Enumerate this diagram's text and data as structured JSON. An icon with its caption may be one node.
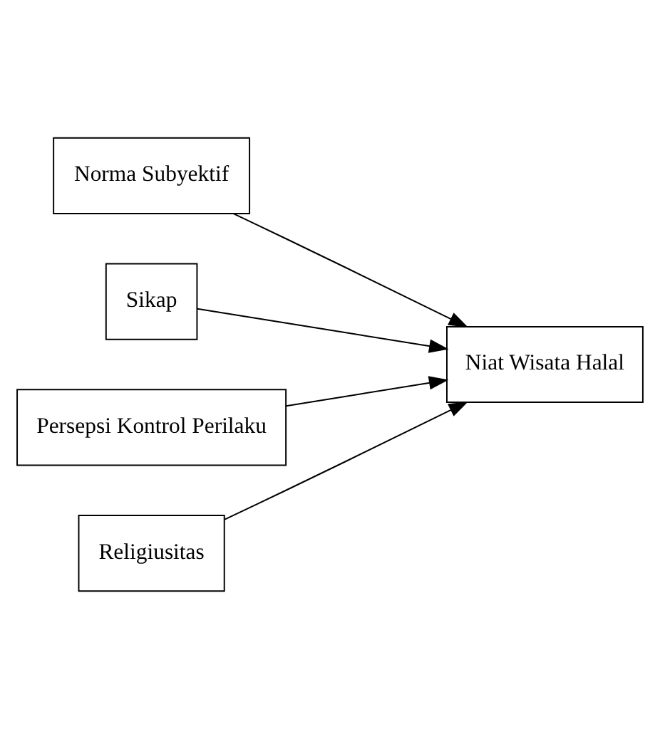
{
  "diagram": {
    "nodes": [
      {
        "text": [
          "Norma Subyektif"
        ]
      },
      {
        "text": [
          "Sikap"
        ]
      },
      {
        "text": [
          "Persepsi Kontrol Perilaku"
        ]
      },
      {
        "text": [
          "Religiusitas"
        ]
      },
      {
        "text": [
          "Niat Wisata Halal"
        ]
      }
    ],
    "edges": [
      {
        "from": 0,
        "to": 4,
        "arrow": "to"
      },
      {
        "from": 1,
        "to": 4,
        "arrow": "to"
      },
      {
        "from": 2,
        "to": 4,
        "arrow": "to"
      },
      {
        "from": 3,
        "to": 4,
        "arrow": "to"
      }
    ]
  }
}
